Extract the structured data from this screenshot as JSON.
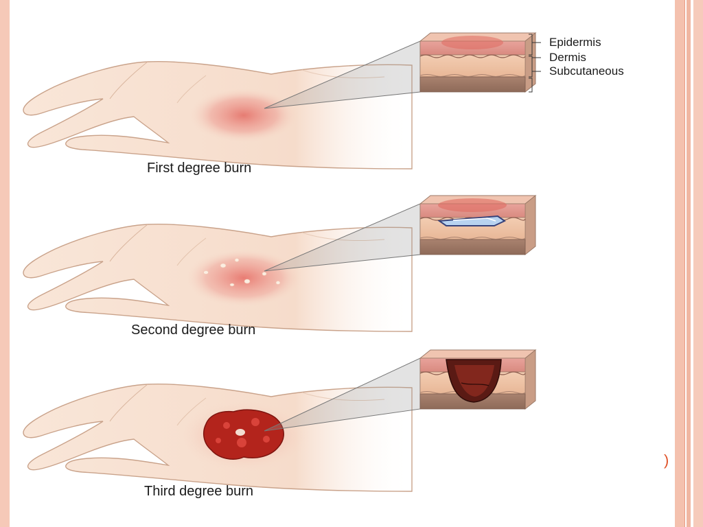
{
  "panels": [
    {
      "caption": "First degree burn"
    },
    {
      "caption": "Second degree burn"
    },
    {
      "caption": "Third degree burn"
    }
  ],
  "layers": {
    "epidermis": "Epidermis",
    "dermis": "Dermis",
    "subcutaneous": "Subcutaneous"
  },
  "decor": {
    "paren": ")"
  },
  "colors": {
    "slide_border": "#f6c9b8",
    "skin": "#f7e0cf",
    "burn_red": "#d9433a",
    "eschar": "#b3241c"
  }
}
